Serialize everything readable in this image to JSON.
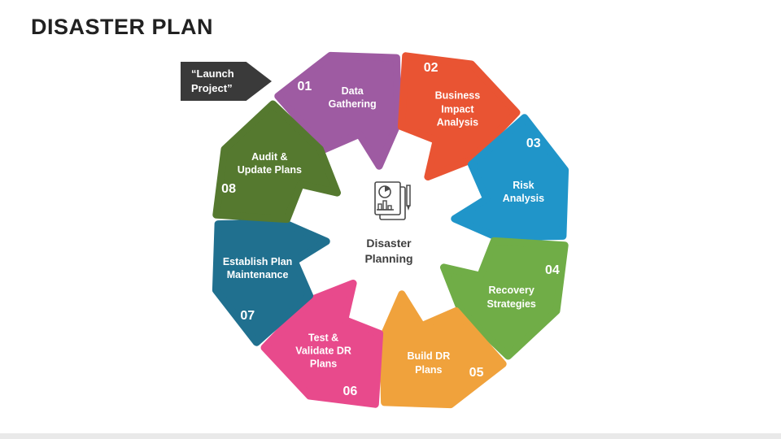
{
  "slide": {
    "title": "DISASTER PLAN",
    "launch_label": "“Launch\nProject”",
    "center_label": "Disaster\nPlanning"
  },
  "steps": [
    {
      "number": "01",
      "label": "Data\nGathering",
      "color": "#9e5ba2"
    },
    {
      "number": "02",
      "label": "Business\nImpact\nAnalysis",
      "color": "#e95433"
    },
    {
      "number": "03",
      "label": "Risk\nAnalysis",
      "color": "#2095c9"
    },
    {
      "number": "04",
      "label": "Recovery\nStrategies",
      "color": "#70ad47"
    },
    {
      "number": "05",
      "label": "Build DR\nPlans",
      "color": "#f0a23c"
    },
    {
      "number": "06",
      "label": "Test &\nValidate DR\nPlans",
      "color": "#e84a8c"
    },
    {
      "number": "07",
      "label": "Establish Plan\nMaintenance",
      "color": "#20708f"
    },
    {
      "number": "08",
      "label": "Audit &\nUpdate Plans",
      "color": "#55792f"
    }
  ],
  "colors": {
    "launch_tag_bg": "#3a3a3a",
    "title_text": "#212121",
    "center_text": "#3f3f3f",
    "icon_stroke": "#4a4a4a"
  }
}
